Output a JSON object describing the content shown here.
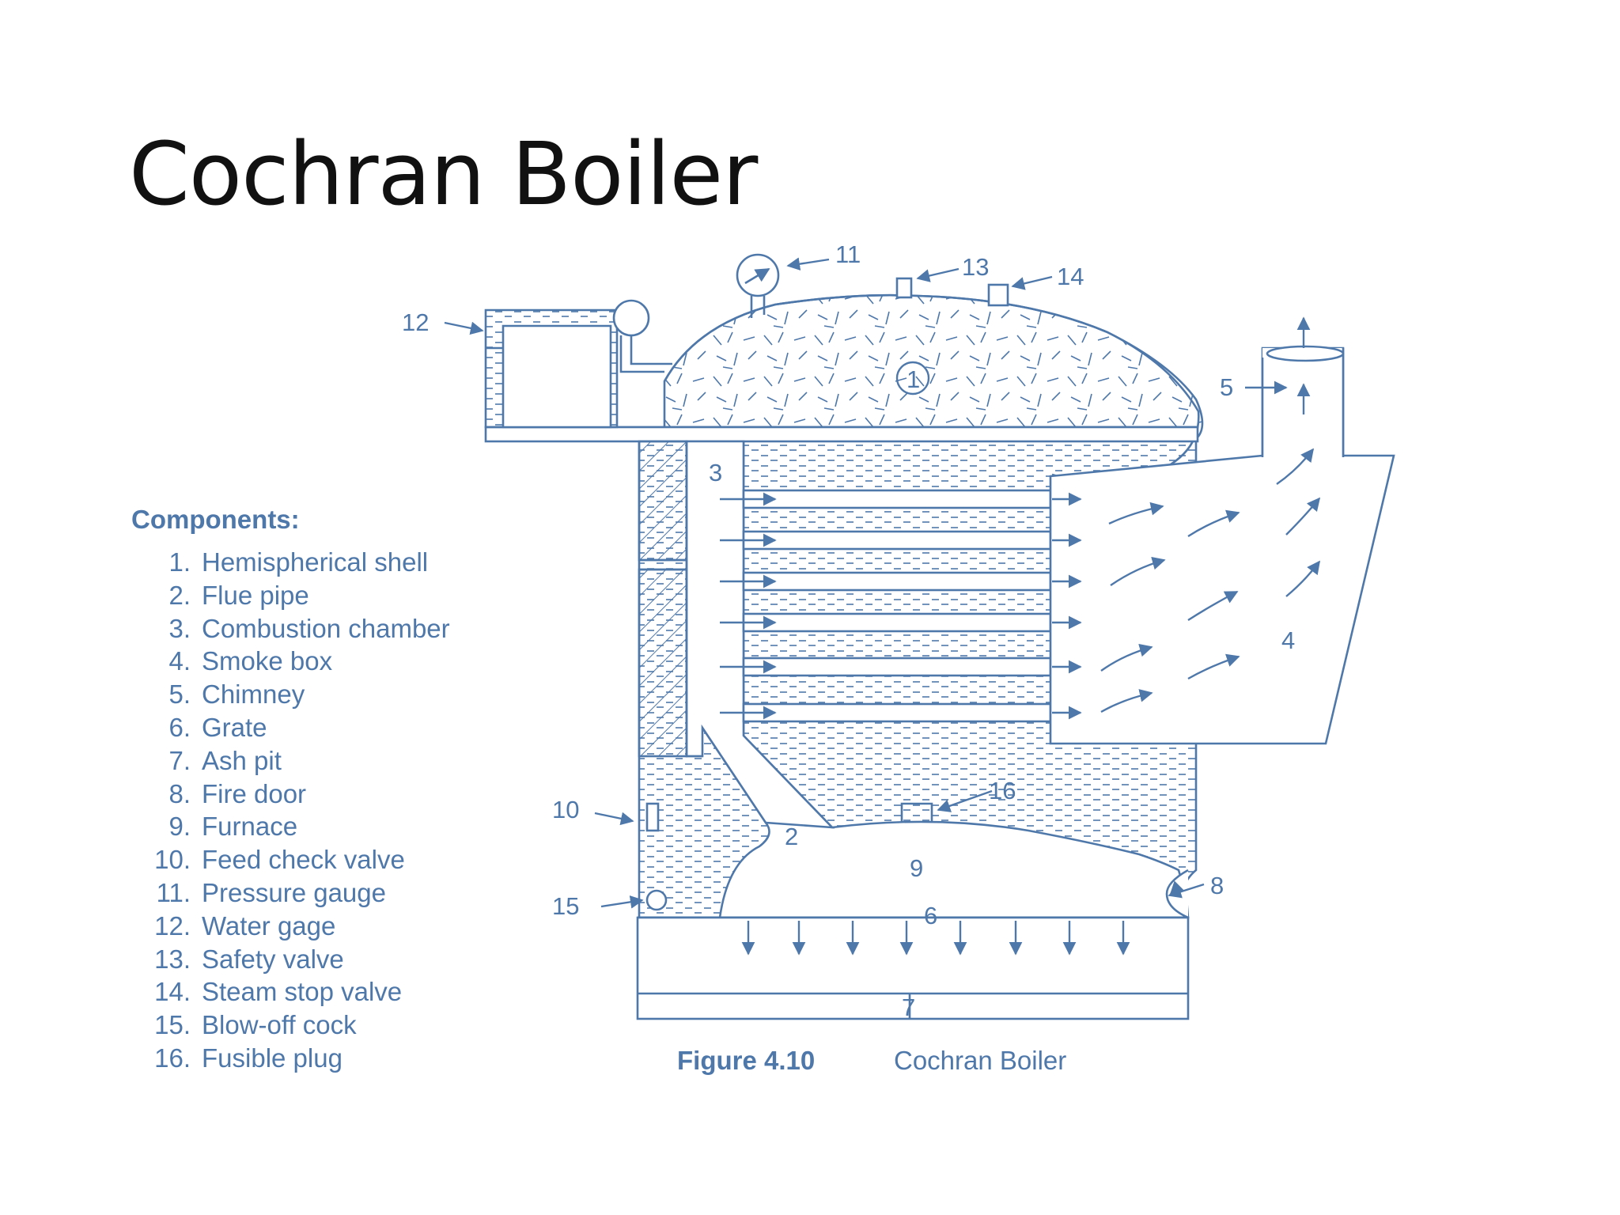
{
  "slide": {
    "title": "Cochran Boiler"
  },
  "components": {
    "heading": "Components:",
    "items": [
      {
        "num": "1.",
        "label": "Hemispherical shell"
      },
      {
        "num": "2.",
        "label": "Flue pipe"
      },
      {
        "num": "3.",
        "label": "Combustion chamber"
      },
      {
        "num": "4.",
        "label": "Smoke box"
      },
      {
        "num": "5.",
        "label": "Chimney"
      },
      {
        "num": "6.",
        "label": "Grate"
      },
      {
        "num": "7.",
        "label": "Ash pit"
      },
      {
        "num": "8.",
        "label": "Fire door"
      },
      {
        "num": "9.",
        "label": "Furnace"
      },
      {
        "num": "10.",
        "label": "Feed check valve"
      },
      {
        "num": "11.",
        "label": "Pressure gauge"
      },
      {
        "num": "12.",
        "label": "Water gage"
      },
      {
        "num": "13.",
        "label": "Safety valve"
      },
      {
        "num": "14.",
        "label": "Steam stop valve"
      },
      {
        "num": "15.",
        "label": "Blow-off cock"
      },
      {
        "num": "16.",
        "label": "Fusible plug"
      }
    ]
  },
  "diagram": {
    "callouts": {
      "c1": "1",
      "c2": "2",
      "c3": "3",
      "c4": "4",
      "c5": "5",
      "c6": "6",
      "c7": "7",
      "c8": "8",
      "c9": "9",
      "c10": "10",
      "c11": "11",
      "c12": "12",
      "c13": "13",
      "c14": "14",
      "c15": "15",
      "c16": "16"
    },
    "caption": {
      "number": "Figure 4.10",
      "text": "Cochran Boiler"
    }
  },
  "colors": {
    "line": "#4f78aa",
    "text": "#111111",
    "background": "#ffffff"
  }
}
